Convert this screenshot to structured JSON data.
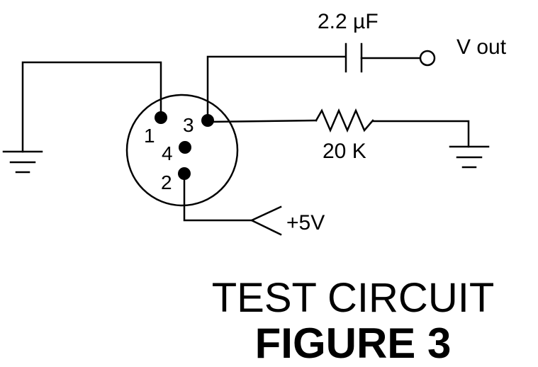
{
  "diagram": {
    "pins": {
      "pin1": "1",
      "pin2": "2",
      "pin3": "3",
      "pin4": "4"
    },
    "components": {
      "capacitor_label": "2.2 µF",
      "resistor_label": "20 K",
      "vout_label": "V out",
      "supply_label": "+5V"
    }
  },
  "title": {
    "line1": "TEST CIRCUIT",
    "line2": "FIGURE 3"
  },
  "colors": {
    "line": "#000000",
    "background": "#ffffff"
  }
}
